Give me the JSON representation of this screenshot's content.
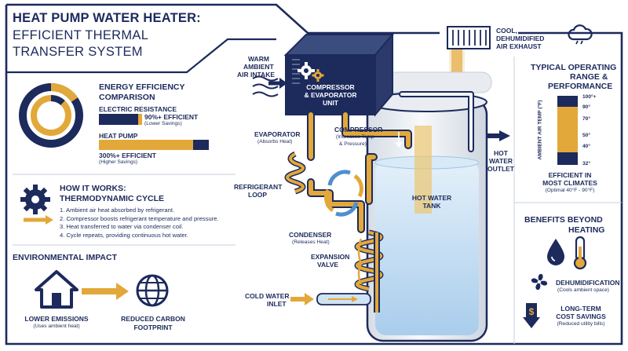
{
  "title": {
    "line1": "HEAT PUMP WATER HEATER:",
    "line2": "EFFICIENT THERMAL",
    "line3": "TRANSFER SYSTEM"
  },
  "efficiency": {
    "heading1": "ENERGY EFFICIENCY",
    "heading2": "COMPARISON",
    "electric_label": "ELECTRIC RESISTANCE",
    "electric_value": "90%+ EFFICIENT",
    "electric_note": "(Lower Savings)",
    "heatpump_label": "HEAT PUMP",
    "heatpump_value": "300%+ EFFICIENT",
    "heatpump_note": "(Higher Savings)"
  },
  "how_it_works": {
    "heading1": "HOW IT WORKS:",
    "heading2": "THERMODYNAMIC CYCLE",
    "steps": [
      "1. Ambient air heat absorbed by refrigerant.",
      "2. Compressor boosts refrigerant temperature and pressure.",
      "3. Heat transferred to water via condenser coil.",
      "4. Cycle repeats, providing continuous hot water."
    ]
  },
  "environment": {
    "heading": "ENVIRONMENTAL IMPACT",
    "left_title": "LOWER EMISSIONS",
    "left_note": "(Uses ambient heat)",
    "right_title1": "REDUCED CARBON",
    "right_title2": "FOOTPRINT"
  },
  "diagram": {
    "warm_air1": "WARM",
    "warm_air2": "AMBIENT",
    "warm_air3": "AIR INTAKE",
    "unit1": "COMPRESSOR",
    "unit2": "& EVAPORATOR",
    "unit3": "UNIT",
    "evaporator": "EVAPORATOR",
    "evaporator_note": "(Absorbs Heat)",
    "compressor": "COMPRESSOR",
    "compressor_note1": "(Increases Temp",
    "compressor_note2": "& Pressure)",
    "refrigerant1": "REFRIGERANT",
    "refrigerant2": "LOOP",
    "tank1": "HOT WATER",
    "tank2": "TANK",
    "condenser": "CONDENSER",
    "condenser_note": "(Releases Heat)",
    "expansion1": "EXPANSION",
    "expansion2": "VALVE",
    "cold1": "COLD WATER",
    "cold2": "INLET",
    "hot1": "HOT",
    "hot2": "WATER",
    "hot3": "OUTLET",
    "exhaust1": "COOL,",
    "exhaust2": "DEHUMIDIFIED",
    "exhaust3": "AIR EXHAUST"
  },
  "operating": {
    "heading1": "TYPICAL OPERATING",
    "heading2": "RANGE &",
    "heading3": "PERFORMANCE",
    "axis_label": "AMBIENT AIR TEMP (°F)",
    "ticks": [
      "100°+",
      "90°",
      "70°",
      "50°",
      "40°",
      "32°"
    ],
    "foot1": "EFFICIENT IN",
    "foot2": "MOST CLIMATES",
    "foot3": "(Optimal 40°F - 90°F)"
  },
  "benefits": {
    "heading1": "BENEFITS BEYOND",
    "heading2": "HEATING",
    "b1_title": "DEHUMIDIFICATION",
    "b1_note": "(Cools ambient space)",
    "b2_title1": "LONG-TERM",
    "b2_title2": "COST SAVINGS",
    "b2_note": "(Reduced utility bills)"
  },
  "colors": {
    "navy": "#1c2a5c",
    "gold": "#e3a83a",
    "light_blue": "#cfe3f3",
    "silver": "#e8ecf1"
  }
}
